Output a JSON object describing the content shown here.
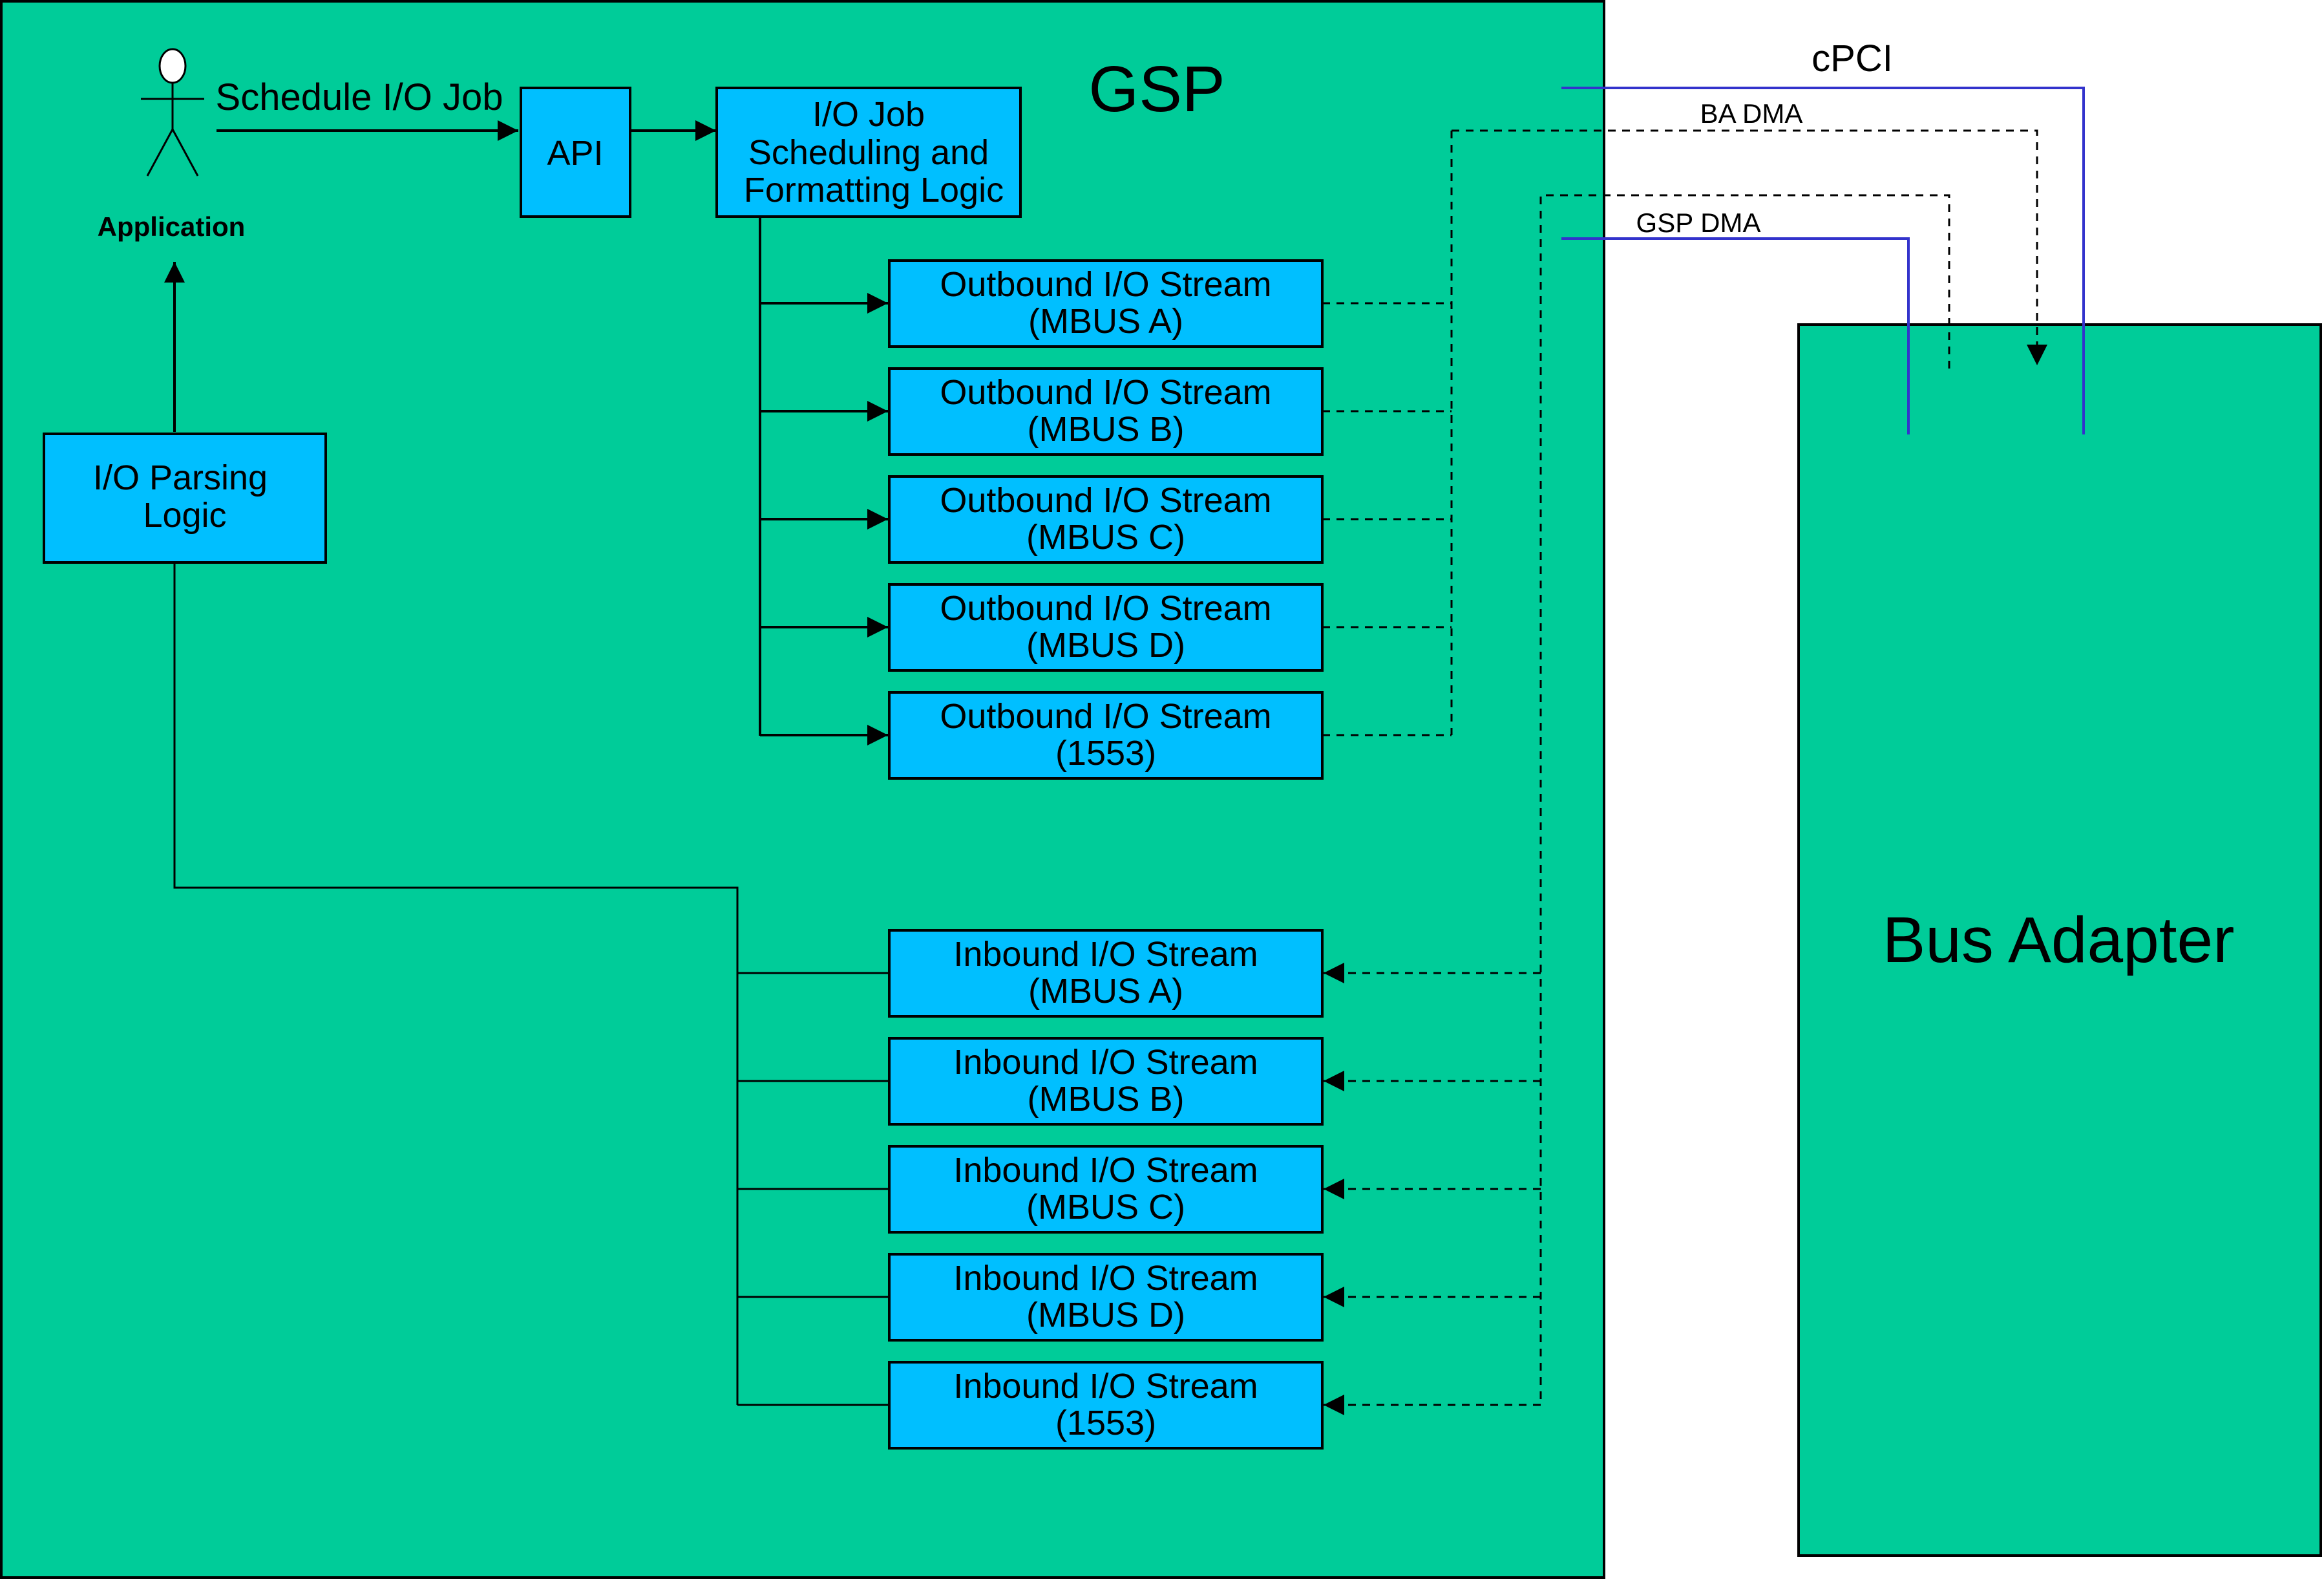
{
  "gsp": {
    "title": "GSP"
  },
  "bus_adapter": {
    "title": "Bus Adapter"
  },
  "labels": {
    "cpci": "cPCI",
    "ba_dma": "BA DMA",
    "gsp_dma": "GSP DMA",
    "schedule_job": "Schedule I/O Job",
    "application": "Application"
  },
  "boxes": {
    "api": [
      "API"
    ],
    "scheduler": [
      "I/O Job",
      "Scheduling and",
      "Formatting Logic"
    ],
    "parser": [
      "I/O Parsing",
      "Logic"
    ]
  },
  "outbound": [
    [
      "Outbound I/O Stream",
      "(MBUS A)"
    ],
    [
      "Outbound I/O Stream",
      "(MBUS B)"
    ],
    [
      "Outbound I/O Stream",
      "(MBUS C)"
    ],
    [
      "Outbound I/O Stream",
      "(MBUS D)"
    ],
    [
      "Outbound I/O Stream",
      "(1553)"
    ]
  ],
  "inbound": [
    [
      "Inbound I/O Stream",
      "(MBUS A)"
    ],
    [
      "Inbound I/O Stream",
      "(MBUS B)"
    ],
    [
      "Inbound I/O Stream",
      "(MBUS C)"
    ],
    [
      "Inbound I/O Stream",
      "(MBUS D)"
    ],
    [
      "Inbound I/O Stream",
      "(1553)"
    ]
  ],
  "colors": {
    "container": "#00CC99",
    "box": "#00BFFF",
    "bus_line": "#3333CC",
    "stroke": "#000000"
  }
}
